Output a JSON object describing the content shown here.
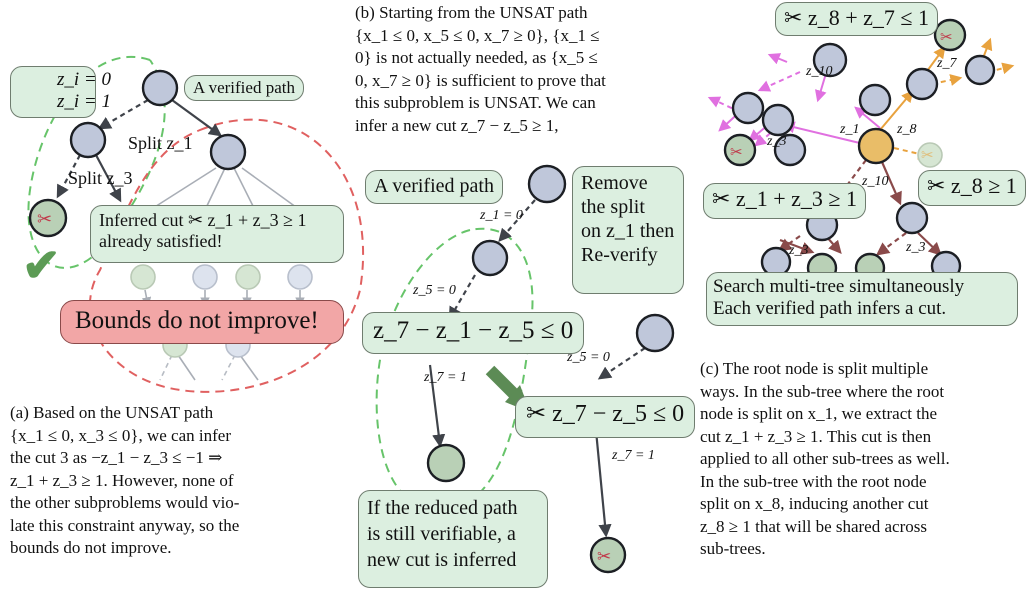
{
  "legend": {
    "dashed": "z_i = 0",
    "solid": "z_i = 1"
  },
  "panel_a": {
    "verified_path": "A verified path",
    "split_z1": "Split z_1",
    "split_z3": "Split z_3",
    "inferred_cut_line1": "Inferred cut ✂ z_1 + z_3 ≥ 1",
    "inferred_cut_line2": "already satisfied!",
    "bounds_box": "Bounds do not improve!",
    "caption": [
      "(a) Based on the UNSAT path",
      "{x_1 ≤ 0, x_3 ≤ 0}, we can infer",
      "the cut 3 as −z_1 − z_3 ≤ −1 ⇒",
      "z_1 + z_3 ≥ 1. However, none of",
      "the other subproblems would vio-",
      "late this constraint anyway, so the",
      "bounds do not improve."
    ]
  },
  "panel_b": {
    "caption_top": [
      "(b) Starting from the UNSAT path",
      "{x_1 ≤ 0, x_5 ≤ 0, x_7 ≥ 0}, {x_1 ≤",
      "0} is not actually needed, as {x_5 ≤",
      "0, x_7 ≥ 0} is sufficient to prove that",
      "this subproblem is UNSAT. We can",
      "infer a new cut z_7 − z_5 ≥ 1,"
    ],
    "verified_path": "A verified path",
    "remove_box": [
      "Remove",
      "the split",
      "on z_1 then",
      "Re-verify"
    ],
    "edge_z1": "z_1 = 0",
    "edge_z5": "z_5 = 0",
    "edge_z7": "z_7 = 1",
    "box_full": "z_7 − z_1 − z_5 ≤ 0",
    "right_edge_z5": "z_5 = 0",
    "box_reduced": "✂ z_7 − z_5 ≤ 0",
    "right_edge_z7": "z_7 = 1",
    "bottom_box": [
      "If the reduced path",
      "is still verifiable, a",
      "new cut is inferred"
    ]
  },
  "panel_c": {
    "cut_top": "✂ z_8 + z_7 ≤ 1",
    "cut_left": "✂ z_1 + z_3 ≥ 1",
    "cut_right": "✂ z_8 ≥ 1",
    "labels": {
      "z10_top": "z_10",
      "z7": "z_7",
      "z1": "z_1",
      "z8": "z_8",
      "z3_left": "z_3",
      "z10_mid": "z_10",
      "z3_b1": "z_3",
      "z3_b2": "z_3"
    },
    "search_box": [
      "Search multi-tree simultaneously",
      "Each verified path infers a cut."
    ],
    "caption": [
      "(c) The root node is split multiple",
      "ways. In the sub-tree where the root",
      "node is split on x_1, we extract the",
      "cut z_1 + z_3 ≥ 1. This cut is then",
      "applied to all other sub-trees as well.",
      "In the sub-tree with the root node",
      "split on x_8, inducing another cut",
      "z_8 ≥ 1 that will be shared across",
      "sub-trees."
    ]
  },
  "colors": {
    "node_blue": "#bfc7da",
    "node_green": "#b9d0b6",
    "node_orange": "#e9bd68",
    "box_green": "#dcefe0",
    "box_red": "#f2a6a6",
    "scissors": "#c0394a",
    "magenta": "#e070e0",
    "orange": "#e8a23e"
  }
}
